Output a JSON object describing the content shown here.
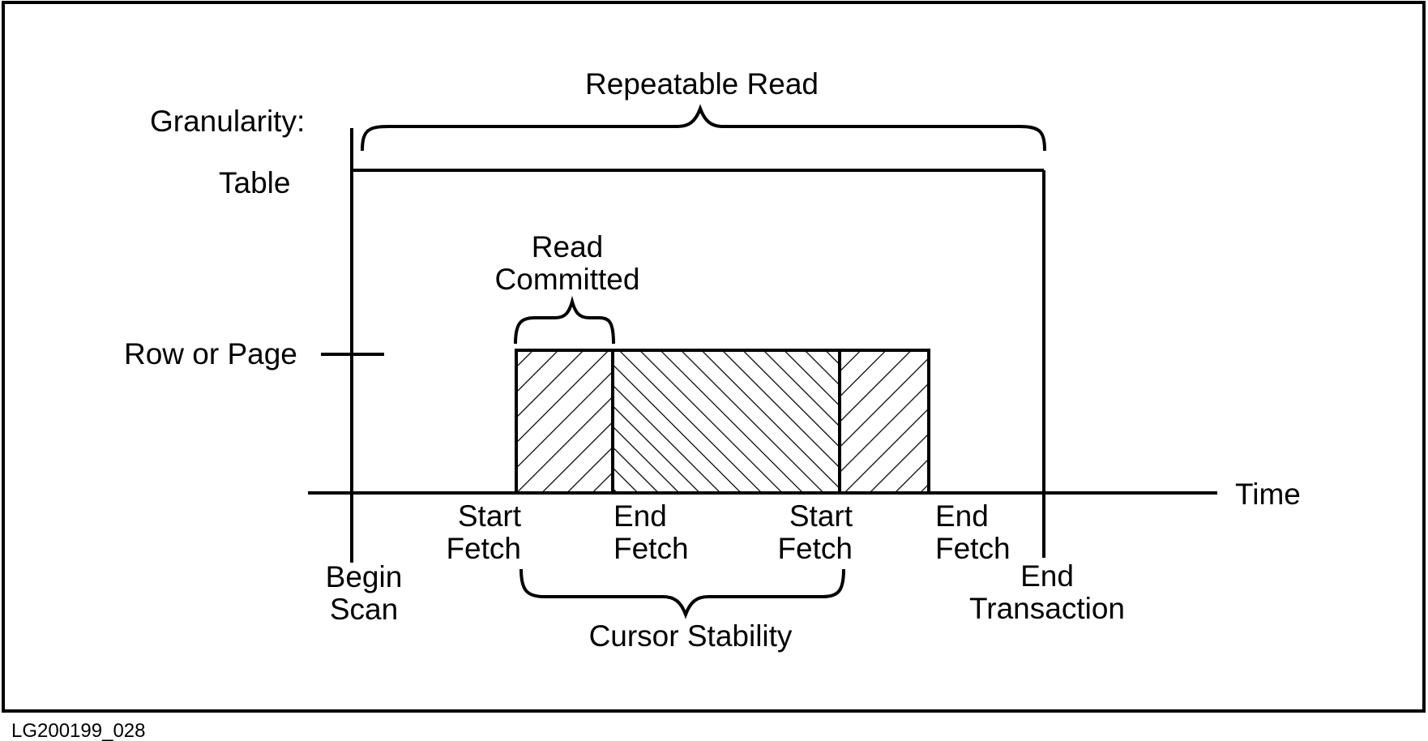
{
  "title": "Repeatable Read",
  "axes": {
    "y_label": "Granularity:",
    "y_levels": [
      "Table",
      "Row or Page"
    ],
    "x_label": "Time"
  },
  "brackets": {
    "read_committed": [
      "Read",
      "Committed"
    ],
    "cursor_stability": "Cursor Stability"
  },
  "events": {
    "begin_scan": [
      "Begin",
      "Scan"
    ],
    "start_fetch_1": [
      "Start",
      "Fetch"
    ],
    "end_fetch_1": [
      "End",
      "Fetch"
    ],
    "start_fetch_2": [
      "Start",
      "Fetch"
    ],
    "end_fetch_2": [
      "End",
      "Fetch"
    ],
    "end_transaction": [
      "End",
      "Transaction"
    ]
  },
  "figure_id": "LG200199_028"
}
